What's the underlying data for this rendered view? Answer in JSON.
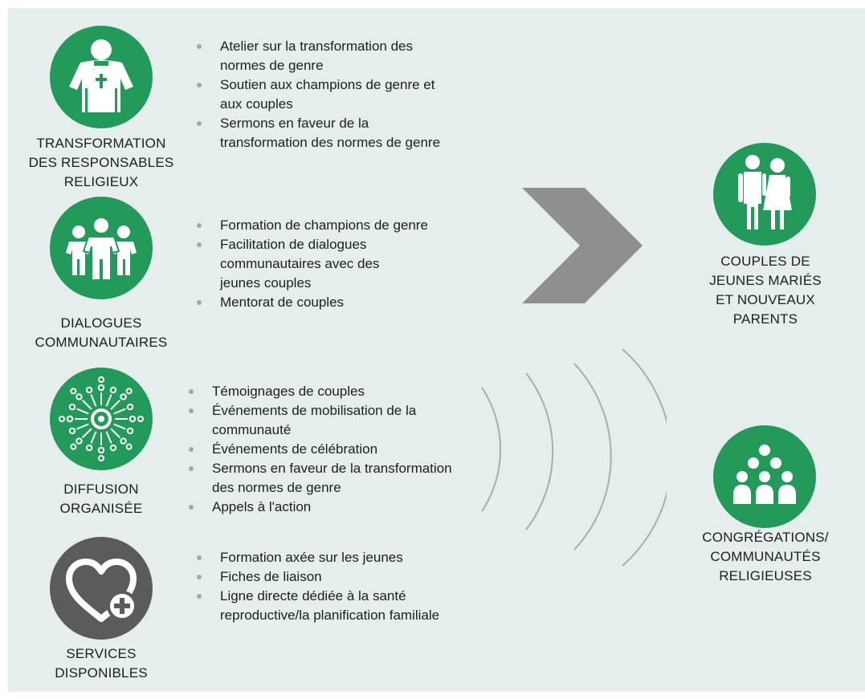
{
  "colors": {
    "background": "#e6eeed",
    "green": "#23995a",
    "gray_circle": "#5b5b5d",
    "arrow": "#8f8f8f",
    "arcs": "#a9adac",
    "text": "#1e1e1e"
  },
  "left_groups": [
    {
      "icon": "priest-icon",
      "title_lines": [
        "TRANSFORMATION",
        "DES RESPONSABLES",
        "RELIGIEUX"
      ],
      "bullets": [
        [
          "Atelier sur la transformation des",
          "normes de genre"
        ],
        [
          "Soutien aux champions de genre et",
          "aux couples"
        ],
        [
          "Sermons en faveur de la",
          "transformation des normes de genre"
        ]
      ]
    },
    {
      "icon": "group-of-people-icon",
      "title_lines": [
        "DIALOGUES",
        "COMMUNAUTAIRES"
      ],
      "bullets": [
        [
          "Formation de champions de genre"
        ],
        [
          "Facilitation de dialogues",
          "communautaires avec des",
          "jeunes couples"
        ],
        [
          "Mentorat de couples"
        ]
      ]
    },
    {
      "icon": "broadcast-radiating-icon",
      "title_lines": [
        "DIFFUSION",
        "ORGANISÉE"
      ],
      "bullets": [
        [
          "Témoignages de couples"
        ],
        [
          "Événements de mobilisation de la",
          "communauté"
        ],
        [
          "Événements de célébration"
        ],
        [
          "Sermons en faveur de la transformation",
          "des normes de genre"
        ],
        [
          "Appels à l'action"
        ]
      ]
    },
    {
      "icon": "heart-plus-icon",
      "title_lines": [
        "SERVICES",
        "DISPONIBLES"
      ],
      "bullets": [
        [
          "Formation axée sur les jeunes"
        ],
        [
          "Fiches de liaison"
        ],
        [
          "Ligne directe dédiée à la santé",
          "reproductive/la planification familiale"
        ]
      ]
    }
  ],
  "right_groups": [
    {
      "icon": "couple-icon",
      "title_lines": [
        "COUPLES DE",
        "JEUNES MARIÉS",
        "ET NOUVEAUX",
        "PARENTS"
      ]
    },
    {
      "icon": "congregation-icon",
      "title_lines": [
        "CONGRÉGATIONS/",
        "COMMUNAUTÉS",
        "RELIGIEUSES"
      ]
    }
  ]
}
